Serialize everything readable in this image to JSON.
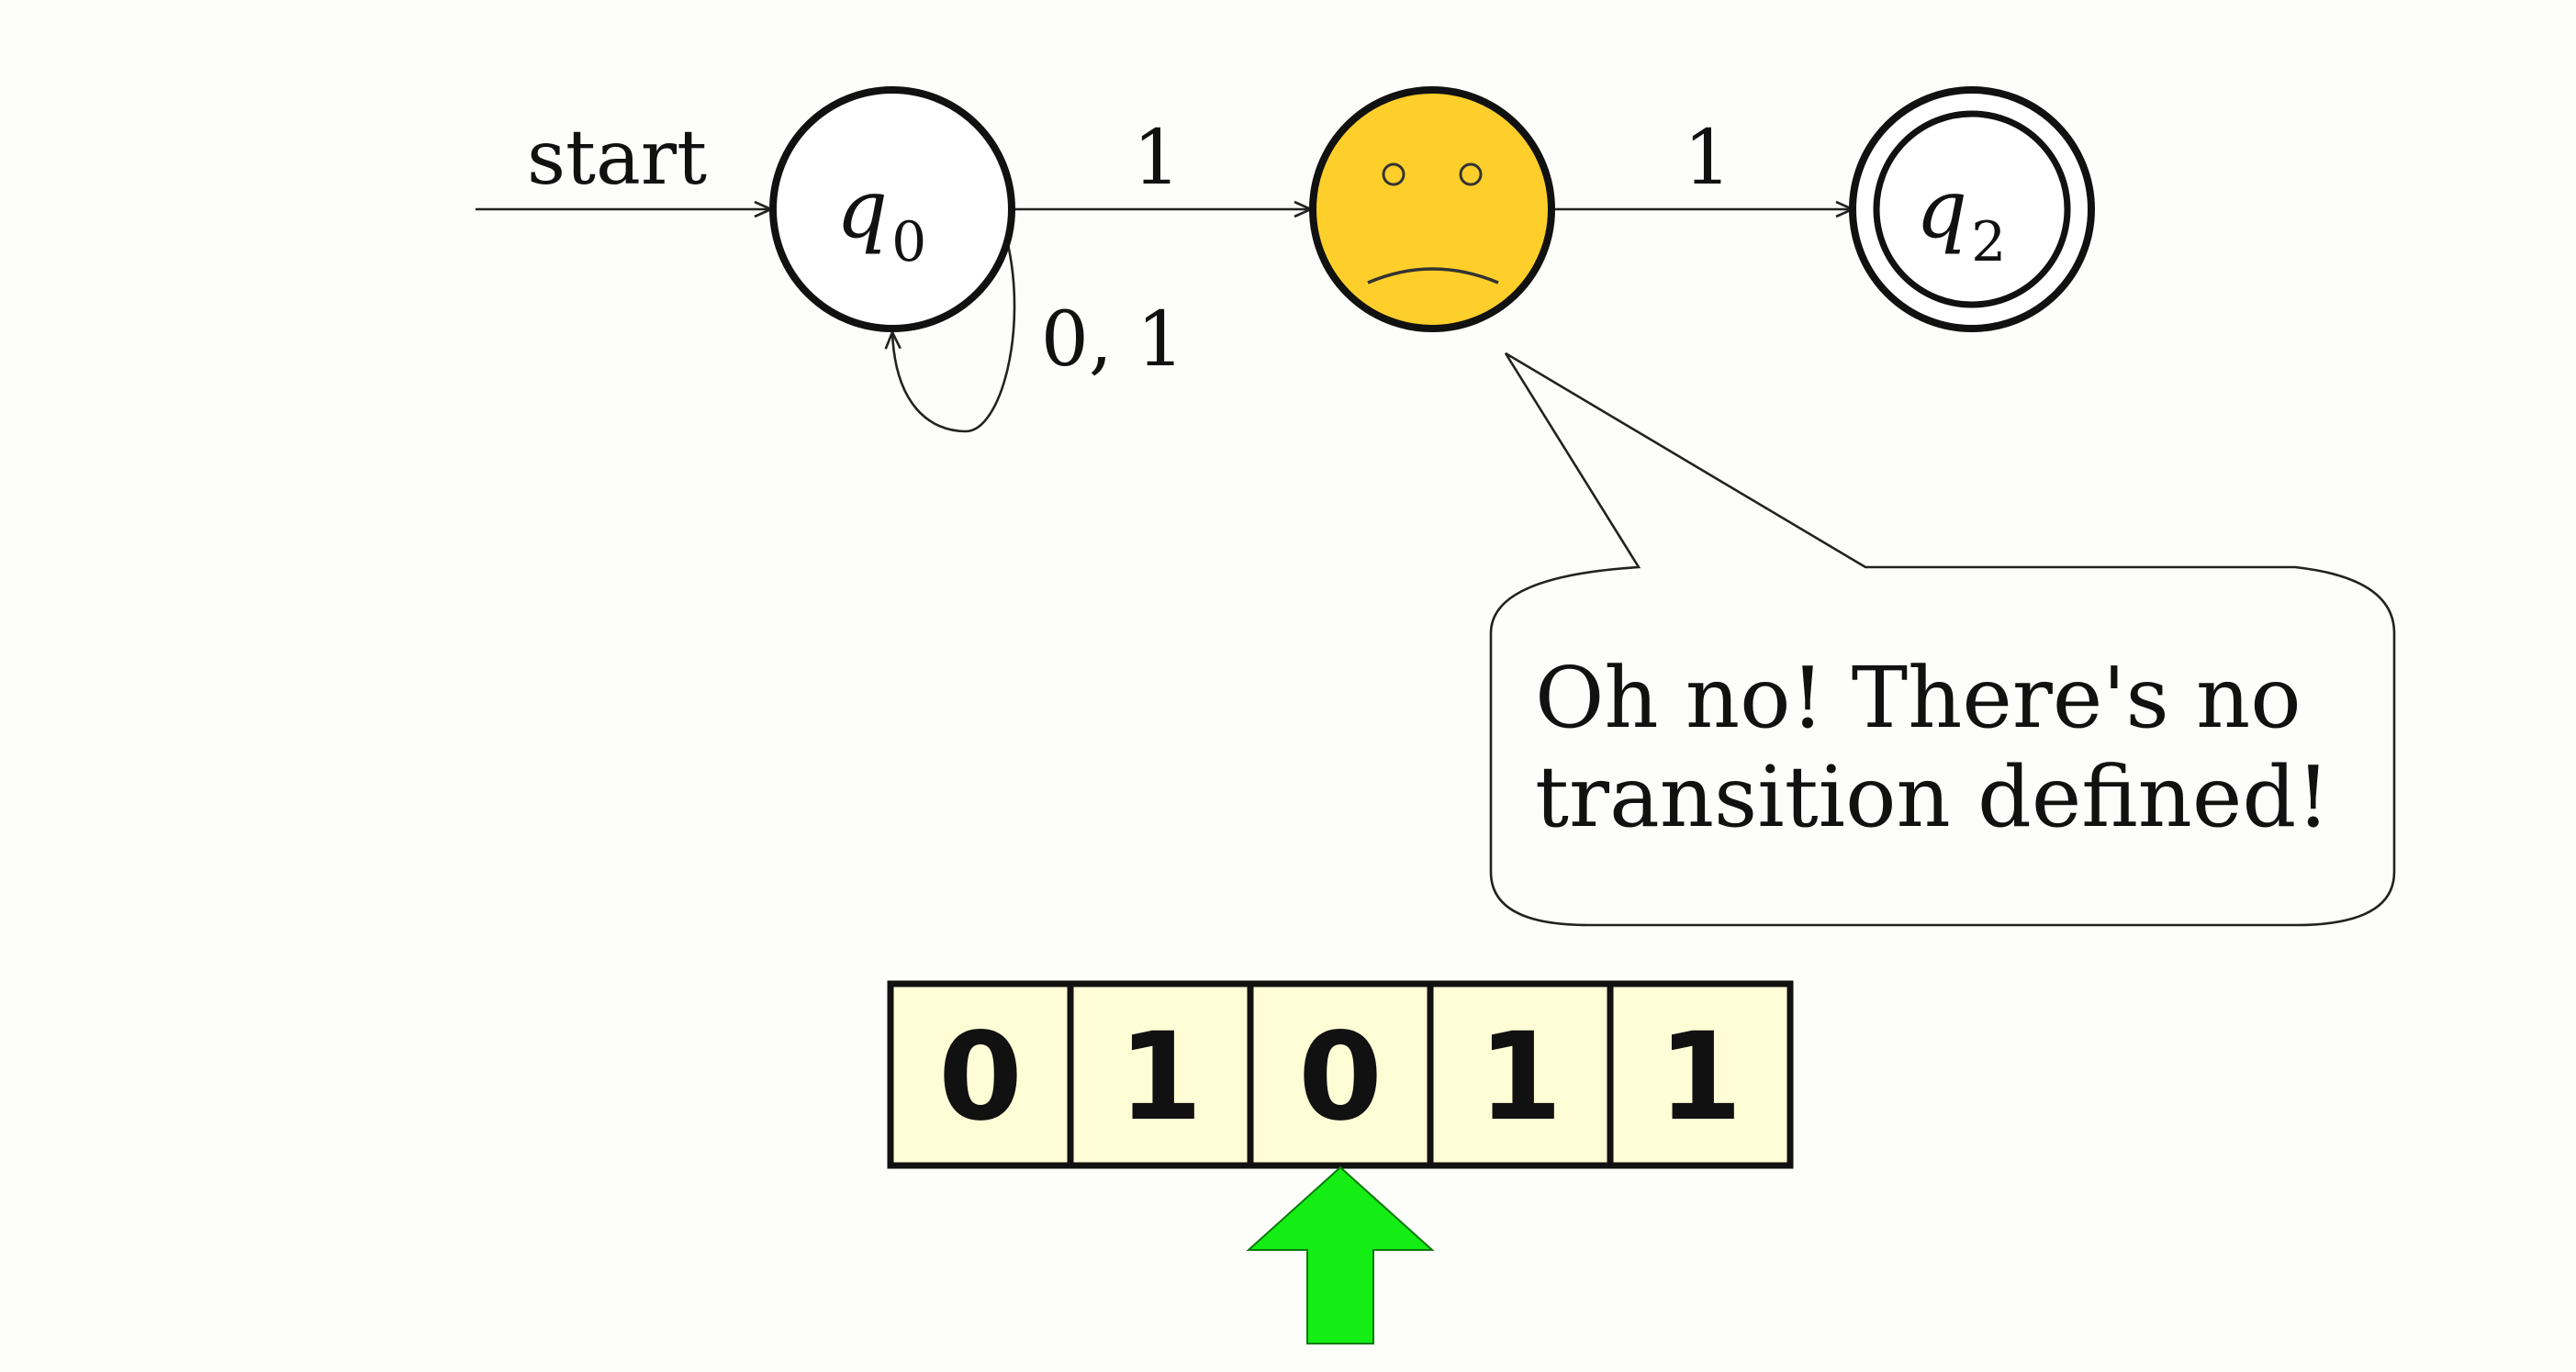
{
  "automaton": {
    "start_label": "start",
    "states": [
      {
        "id": "q0",
        "symbol": "q",
        "subscript": "0",
        "accepting": false
      },
      {
        "id": "q1",
        "symbol": "",
        "subscript": "",
        "accepting": false,
        "icon": "sad-face-icon",
        "fill": "#fecf2a"
      },
      {
        "id": "q2",
        "symbol": "q",
        "subscript": "2",
        "accepting": true
      }
    ],
    "transitions": [
      {
        "from": "q0",
        "to": "q0",
        "label": "0, 1"
      },
      {
        "from": "q0",
        "to": "q1",
        "label": "1"
      },
      {
        "from": "q1",
        "to": "q2",
        "label": "1"
      }
    ]
  },
  "bubble": {
    "line1": "Oh no!  There's no",
    "line2": "transition defined!"
  },
  "tape": {
    "cells": [
      "0",
      "1",
      "0",
      "1",
      "1"
    ],
    "head_index": 2,
    "head_color": "#14ee14",
    "cell_color": "#fffdd6"
  }
}
